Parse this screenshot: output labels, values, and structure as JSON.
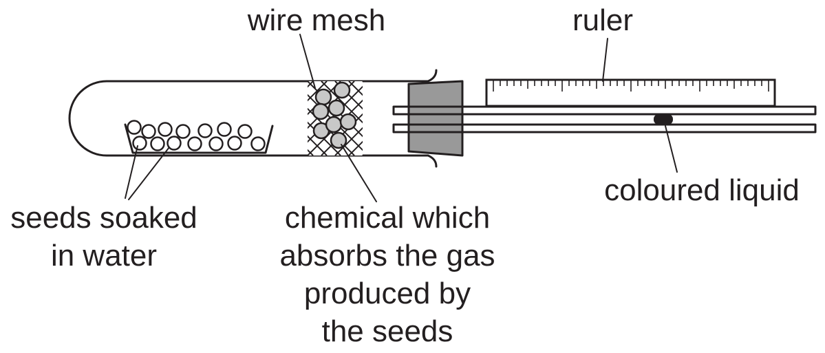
{
  "labels": {
    "wire_mesh": "wire mesh",
    "ruler": "ruler",
    "coloured_liquid": "coloured liquid",
    "seeds_line1": "seeds soaked",
    "seeds_line2": "in water",
    "chemical_line1": "chemical which",
    "chemical_line2": "absorbs the gas",
    "chemical_line3": "produced by",
    "chemical_line4": "the seeds"
  },
  "colors": {
    "ink": "#231f20",
    "bung": "#999999",
    "chemical_bead": "#c8c8c8",
    "background": "#ffffff"
  }
}
